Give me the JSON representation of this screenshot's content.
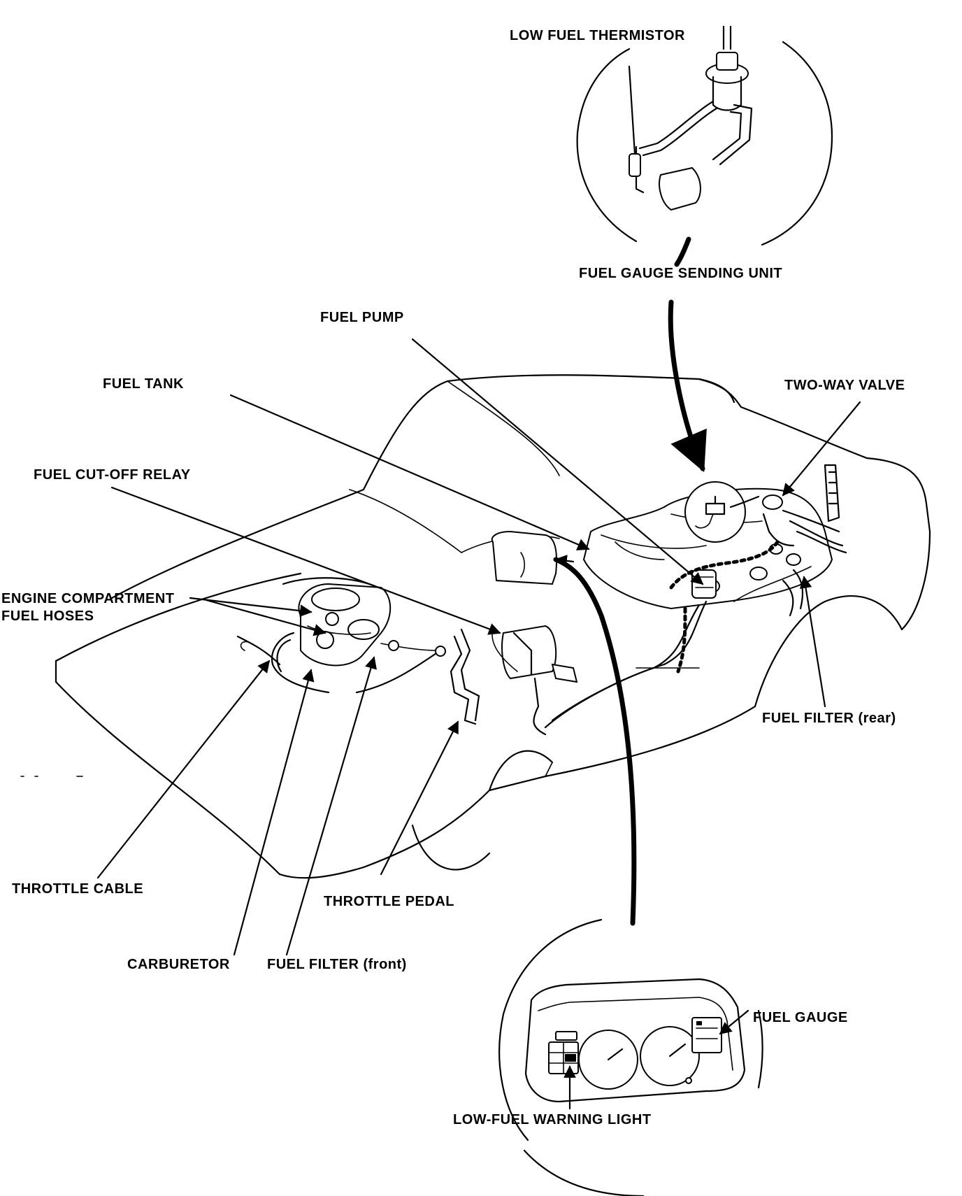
{
  "labels": {
    "low_fuel_thermistor": "LOW FUEL THERMISTOR",
    "fuel_gauge_sending_unit": "FUEL GAUGE SENDING UNIT",
    "fuel_pump": "FUEL PUMP",
    "fuel_tank": "FUEL TANK",
    "two_way_valve": "TWO-WAY VALVE",
    "fuel_cut_off_relay": "FUEL CUT-OFF RELAY",
    "engine_compartment_line1": "ENGINE COMPARTMENT",
    "engine_compartment_line2": "FUEL HOSES",
    "fuel_filter_rear": "FUEL FILTER (rear)",
    "throttle_cable": "THROTTLE CABLE",
    "throttle_pedal": "THROTTLE PEDAL",
    "carburetor": "CARBURETOR",
    "fuel_filter_front": "FUEL FILTER (front)",
    "fuel_gauge": "FUEL GAUGE",
    "low_fuel_warning_light": "LOW-FUEL WARNING LIGHT"
  },
  "colors": {
    "ink": "#000000",
    "paper": "#ffffff"
  }
}
